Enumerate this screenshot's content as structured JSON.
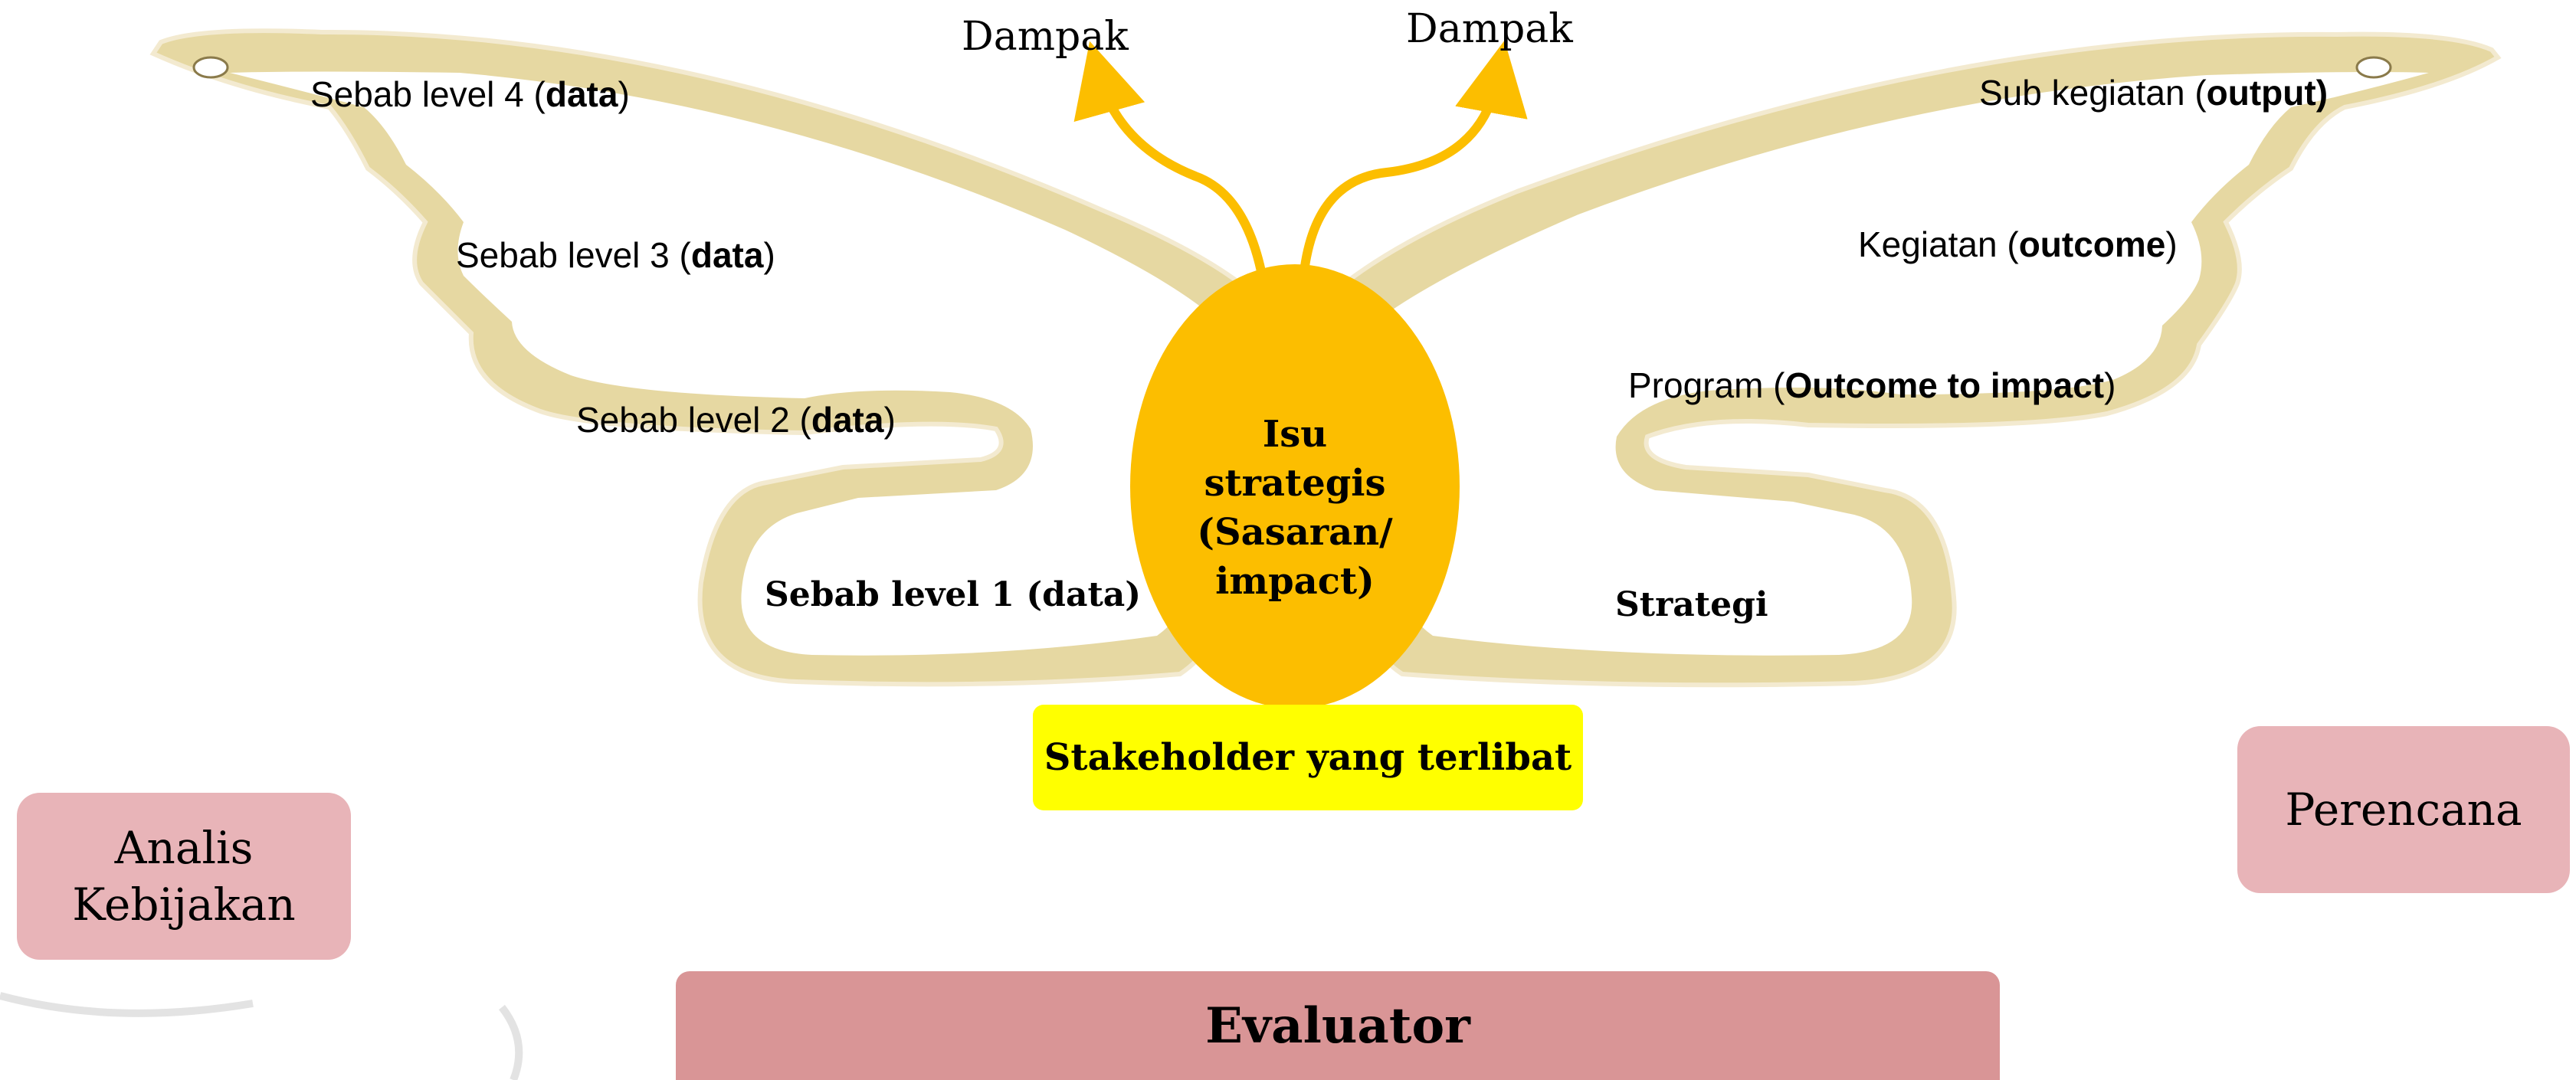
{
  "colors": {
    "wing_fill": "#e6d8a2",
    "wing_highlight": "#f3ead0",
    "body_fill": "#fcbe00",
    "antenna": "#fcbe00",
    "stakeholder_box": "#ffff00",
    "role_box": "#e8b4b8",
    "evaluator_box": "#d99596"
  },
  "antennae": {
    "left_label": "Dampak",
    "right_label": "Dampak"
  },
  "left_wing": {
    "level4": {
      "pre": "Sebab level 4 (",
      "bold": "data",
      "post": ")"
    },
    "level3": {
      "pre": "Sebab level 3 (",
      "bold": "data",
      "post": ")"
    },
    "level2": {
      "pre": "Sebab level 2 (",
      "bold": "data",
      "post": ")"
    },
    "level1": "Sebab level 1 (data)"
  },
  "right_wing": {
    "sub_kegiatan": {
      "pre": "Sub kegiatan (",
      "bold": "output)",
      "post": ""
    },
    "kegiatan": {
      "pre": "Kegiatan (",
      "bold": "outcome",
      "post": ")"
    },
    "program": {
      "pre": "Program (",
      "bold": "Outcome to impact",
      "post": ")"
    },
    "strategi": "Strategi"
  },
  "body": {
    "line1": "Isu",
    "line2": "strategis",
    "line3": "(Sasaran/",
    "line4": "impact)"
  },
  "stakeholder": "Stakeholder yang terlibat",
  "roles": {
    "analis_line1": "Analis",
    "analis_line2": "Kebijakan",
    "perencana": "Perencana",
    "evaluator": "Evaluator"
  }
}
